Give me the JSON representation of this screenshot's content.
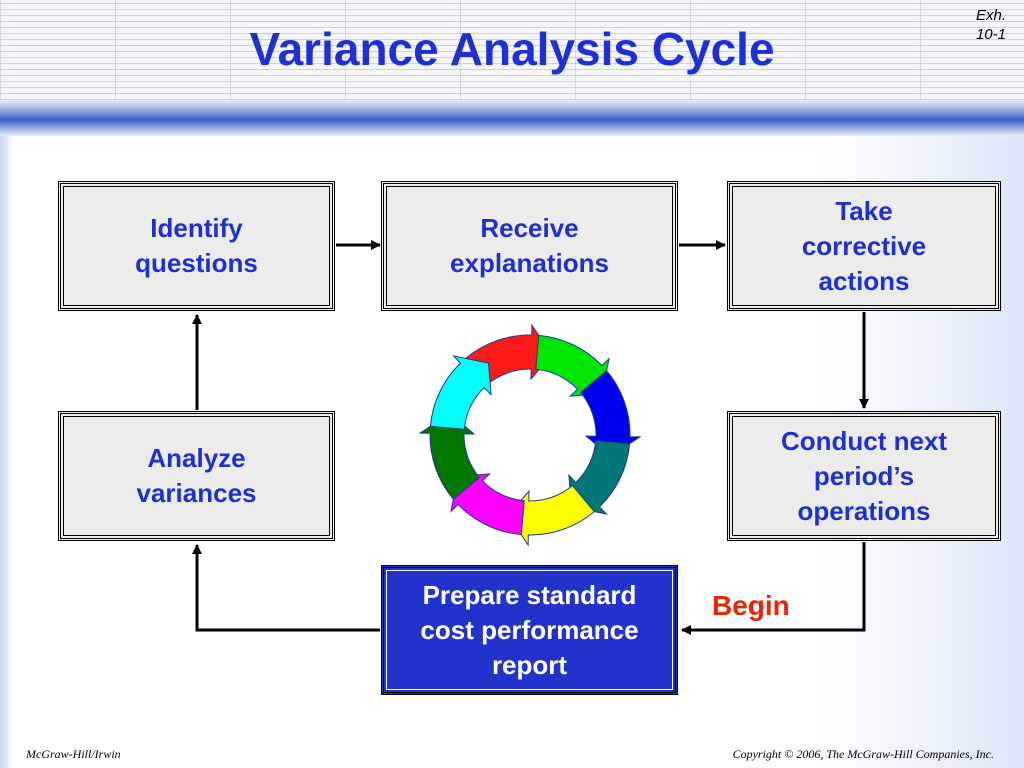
{
  "slide": {
    "title": "Variance Analysis Cycle",
    "exhibit_line1": "Exh.",
    "exhibit_line2": "10-1",
    "footer_left": "McGraw-Hill/Irwin",
    "footer_right": "Copyright © 2006, The McGraw-Hill Companies, Inc."
  },
  "steps": {
    "identify": "Identify\nquestions",
    "receive": "Receive\nexplanations",
    "take": "Take\ncorrective\nactions",
    "analyze": "Analyze\nvariances",
    "conduct": "Conduct next\nperiod’s\noperations",
    "prepare": "Prepare standard\ncost performance\nreport"
  },
  "begin_label": "Begin",
  "cycle_colors": [
    "#ff1a1a",
    "#00e600",
    "#0000ee",
    "#007777",
    "#ffff00",
    "#ff00ff",
    "#007700",
    "#00ffff"
  ],
  "colors": {
    "title": "#1f2fd6",
    "box_text": "#1f2fd6",
    "highlight_box": "#2233cc",
    "begin": "#ee2200"
  }
}
